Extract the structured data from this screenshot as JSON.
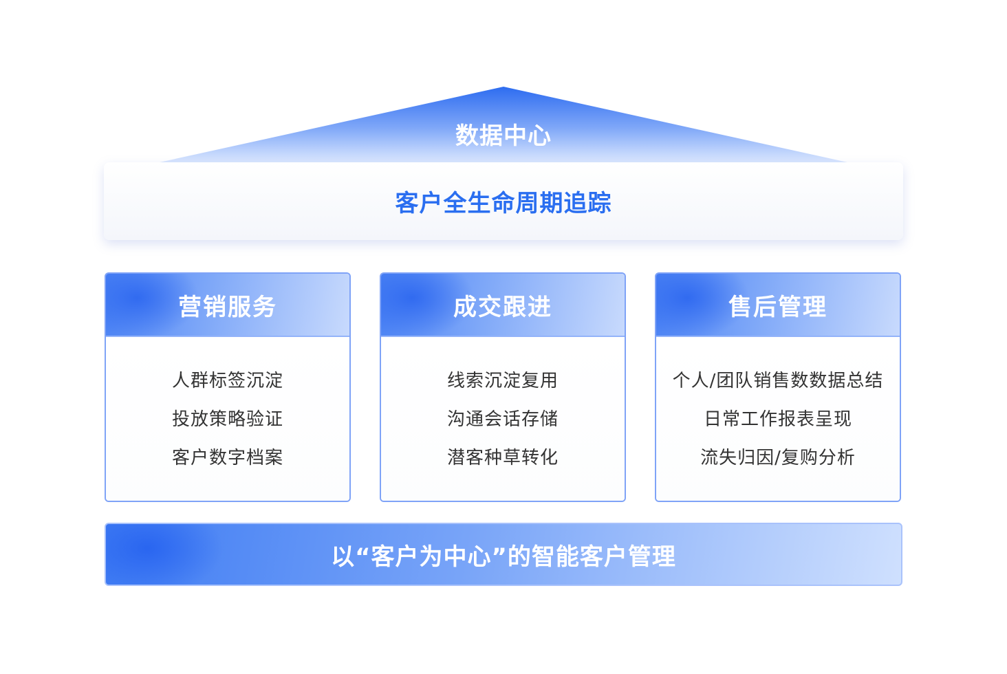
{
  "roof": {
    "label": "数据中心"
  },
  "lifecycle": {
    "label": "客户全生命周期追踪"
  },
  "pillars": [
    {
      "title": "营销服务",
      "items": [
        "人群标签沉淀",
        "投放策略验证",
        "客户数字档案"
      ]
    },
    {
      "title": "成交跟进",
      "items": [
        "线索沉淀复用",
        "沟通会话存储",
        "潜客种草转化"
      ]
    },
    {
      "title": "售后管理",
      "items": [
        "个人/团队销售数数据总结",
        "日常工作报表呈现",
        "流失归因/复购分析"
      ]
    }
  ],
  "foundation": {
    "label": "以“客户为中心”的智能客户管理"
  },
  "colors": {
    "primary_blue": "#2a6ef0",
    "gradient_dark": "#3f7cf3",
    "gradient_light": "#cfe0fe",
    "border_blue": "#7fa3f7",
    "text_dark": "#333333"
  }
}
